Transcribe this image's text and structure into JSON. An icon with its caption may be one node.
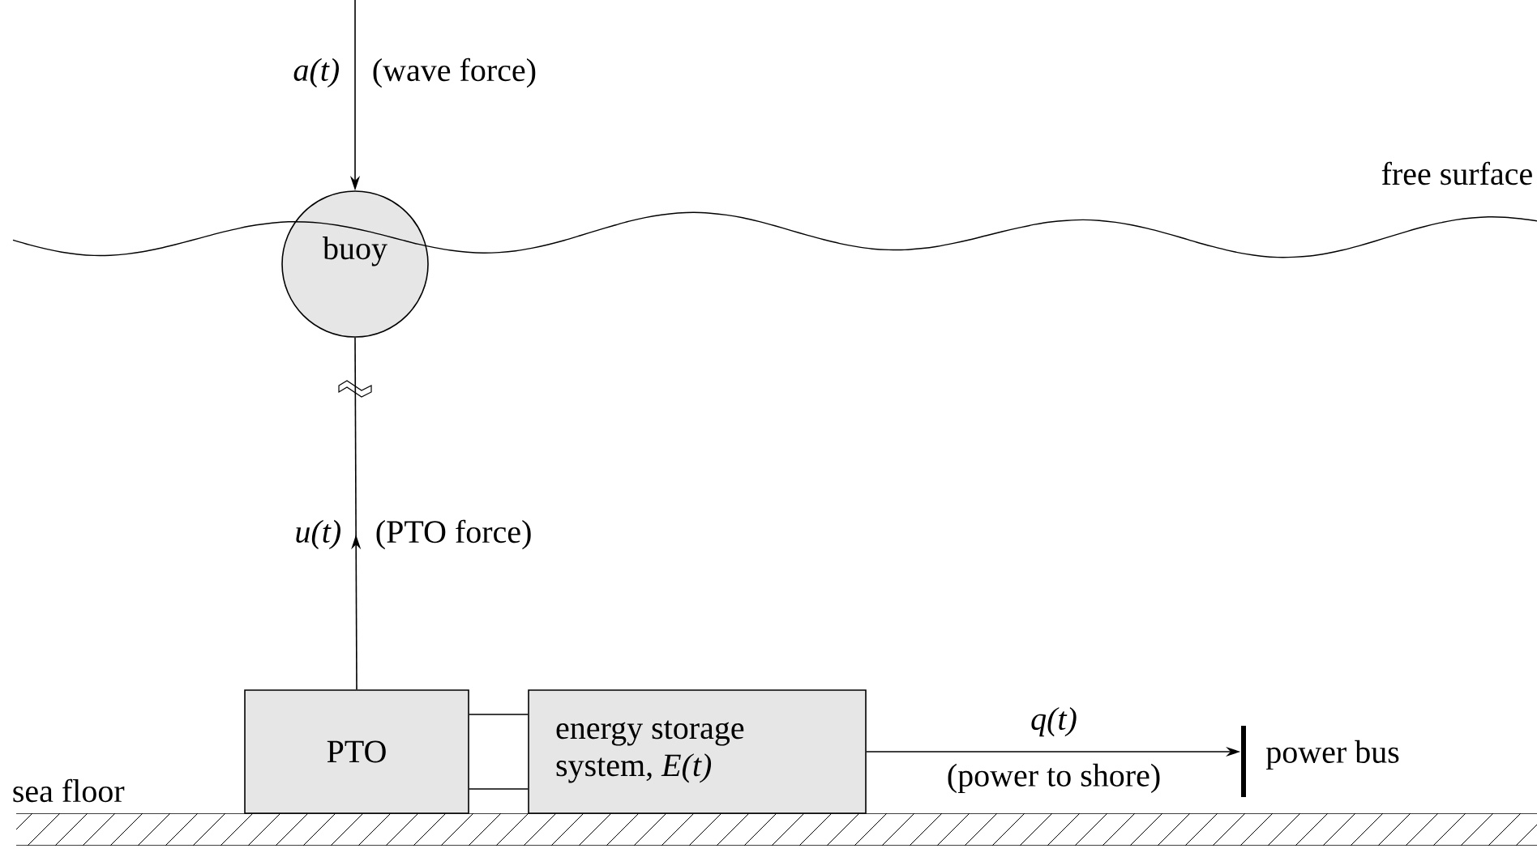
{
  "diagram": {
    "nodes": [
      {
        "text": [
          "buoy"
        ]
      },
      {
        "text": [
          "PTO"
        ]
      },
      {
        "text": [
          "energy storage system, *E(t)*"
        ]
      },
      {
        "text": [],
        "shape": "bar",
        "beside": [
          "power bus"
        ]
      }
    ],
    "edges": [
      {
        "from": null,
        "to": 0,
        "arrow": "to",
        "label": "a(t)"
      },
      {
        "from": 1,
        "to": 0,
        "arrow": "to",
        "label": "u(t)"
      },
      {
        "from": 1,
        "to": 2,
        "arrow": "none"
      },
      {
        "from": 1,
        "to": 2,
        "arrow": "none"
      },
      {
        "from": 2,
        "to": 3,
        "arrow": "to",
        "label": "q(t)"
      }
    ],
    "labels": [
      "(wave force)",
      "free surface",
      "(PTO force)",
      "(power to shore)",
      "sea floor"
    ]
  }
}
